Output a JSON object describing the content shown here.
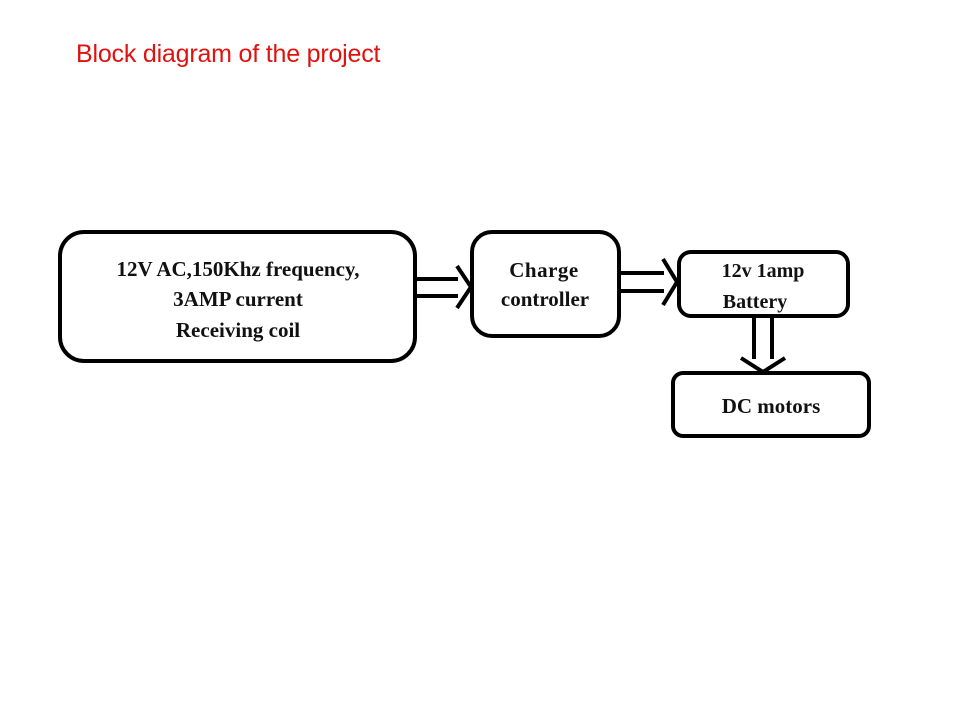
{
  "title": "Block diagram of the project",
  "colors": {
    "title": "#e0120f",
    "stroke": "#000000",
    "text": "#111111"
  },
  "blocks": [
    {
      "id": "receiving-coil",
      "lines": [
        "12V AC,150Khz frequency,",
        "3AMP current",
        "Receiving coil"
      ]
    },
    {
      "id": "charge-controller",
      "lines": [
        "Charge",
        "controller"
      ]
    },
    {
      "id": "battery",
      "lines": [
        "12v 1amp",
        "Battery"
      ]
    },
    {
      "id": "dc-motors",
      "lines": [
        "DC motors"
      ]
    }
  ],
  "connections": [
    {
      "from": "receiving-coil",
      "to": "charge-controller",
      "type": "double-line-arrow"
    },
    {
      "from": "charge-controller",
      "to": "battery",
      "type": "double-line-arrow"
    },
    {
      "from": "battery",
      "to": "dc-motors",
      "type": "double-line-arrow"
    }
  ]
}
